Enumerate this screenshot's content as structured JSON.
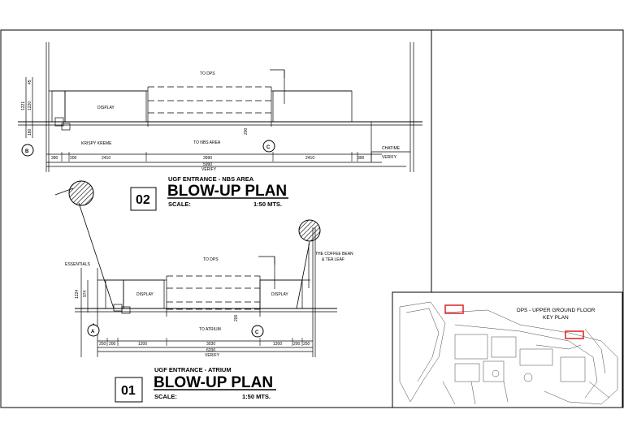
{
  "drawing_02": {
    "number": "02",
    "subtitle": "UGF ENTRANCE - NBS AREA",
    "title": "BLOW-UP PLAN",
    "scale_label": "SCALE:",
    "scale_value": "1:50 MTS.",
    "labels": {
      "to_dps": "TO DPS",
      "display": "DISPLAY",
      "krispy_kreme": "KRISPY KREME",
      "to_nbs_area": "TO NBS AREA",
      "chatime": "CHATIME",
      "verify": "VERIFY",
      "marker_b": "B",
      "marker_c": "C"
    },
    "dims_bottom": [
      "390",
      "200",
      "2410",
      "3990",
      "2410",
      "390"
    ],
    "dim_overall": "5990",
    "overall_verify": "VERIFY",
    "dims_left": [
      "45",
      "1221",
      "1220",
      "180"
    ],
    "dim_mid": "200"
  },
  "drawing_01": {
    "number": "01",
    "subtitle": "UGF ENTRANCE - ATRIUM",
    "title": "BLOW-UP PLAN",
    "scale_label": "SCALE:",
    "scale_value": "1:50 MTS.",
    "labels": {
      "essentials": "ESSENTIALS",
      "to_dps": "TO DPS",
      "display_left": "DISPLAY",
      "display_right": "DISPLAY",
      "to_atrium": "TO ATRIUM",
      "coffee_bean_1": "THE COFFEE BEAN",
      "coffee_bean_2": "& TEA LEAF",
      "marker_a": "A",
      "marker_c": "C"
    },
    "dims_bottom": [
      "250",
      "200",
      "1200",
      "3030",
      "1200",
      "200",
      "250"
    ],
    "dim_overall": "6330",
    "overall_verify": "VERIFY",
    "dims_left": [
      "1224",
      "974"
    ],
    "dim_mid": "200"
  },
  "key_plan": {
    "title_line1": "DPS - UPPER GROUND FLOOR",
    "title_line2": "KEY PLAN"
  },
  "colors": {
    "line": "#000000",
    "highlight": "#e02020"
  }
}
